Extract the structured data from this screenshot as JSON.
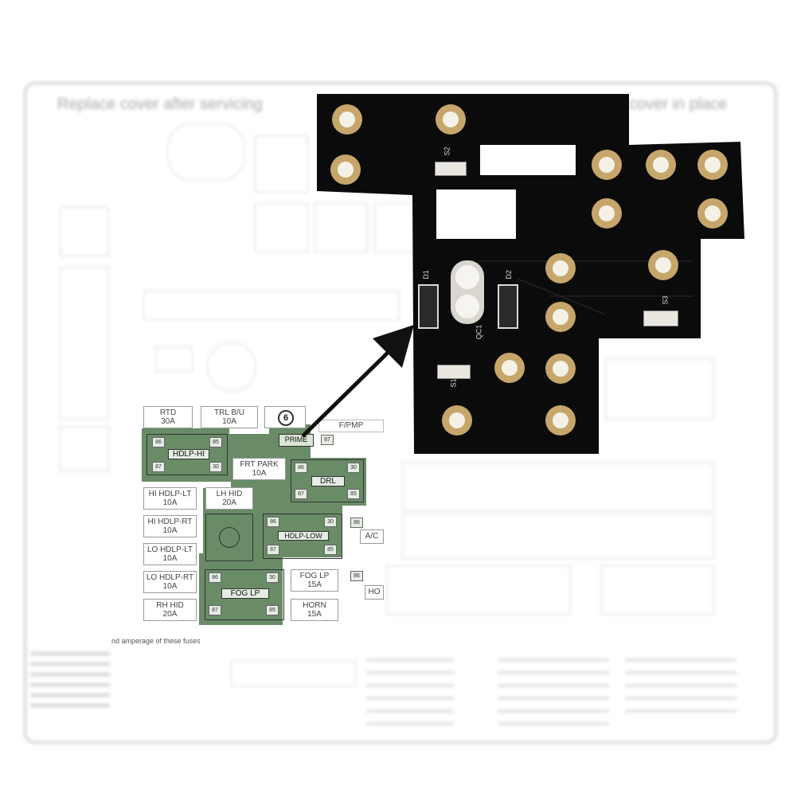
{
  "diagram": {
    "header_left": "Replace cover after servicing",
    "header_right": "cover in place",
    "footnote": "nd amperage of these fuses",
    "fuses": [
      {
        "id": "rtd",
        "name": "RTD",
        "amp": "30A"
      },
      {
        "id": "trl",
        "name": "TRL B/U",
        "amp": "10A"
      },
      {
        "id": "hi-lt",
        "name": "HI HDLP-LT",
        "amp": "10A"
      },
      {
        "id": "hi-rt",
        "name": "HI HDLP-RT",
        "amp": "10A"
      },
      {
        "id": "lo-lt",
        "name": "LO HDLP-LT",
        "amp": "10A"
      },
      {
        "id": "lo-rt",
        "name": "LO HDLP-RT",
        "amp": "10A"
      },
      {
        "id": "rh-hid",
        "name": "RH HID",
        "amp": "20A"
      },
      {
        "id": "frt-park",
        "name": "FRT PARK",
        "amp": "10A"
      },
      {
        "id": "lh-hid",
        "name": "LH HID",
        "amp": "20A"
      },
      {
        "id": "fog",
        "name": "FOG LP",
        "amp": "15A"
      },
      {
        "id": "horn",
        "name": "HORN",
        "amp": "15A"
      }
    ],
    "relays": {
      "hdlp_hi": "HDLP-HI",
      "drl": "DRL",
      "hdlp_low": "HDLP-LOW",
      "fog_lp": "FOG LP",
      "prime": "PRIME",
      "fpmp": "F/PMP",
      "ac": "A/C",
      "ho": "HO"
    },
    "misc": {
      "circle6": "6",
      "pin87": "87",
      "pin86": "86"
    },
    "pins": [
      "86",
      "85",
      "87",
      "30"
    ]
  },
  "pcb": {
    "silkscreen": {
      "s1": "S1",
      "s2": "S2",
      "s3": "S3",
      "d1": "D1",
      "d2": "D2",
      "qc1": "QC1"
    },
    "colors": {
      "board": "#0b0b0b",
      "pad": "#c7a66b",
      "drill": "#f4f1e6",
      "highlight": "#3f6b3c"
    }
  }
}
